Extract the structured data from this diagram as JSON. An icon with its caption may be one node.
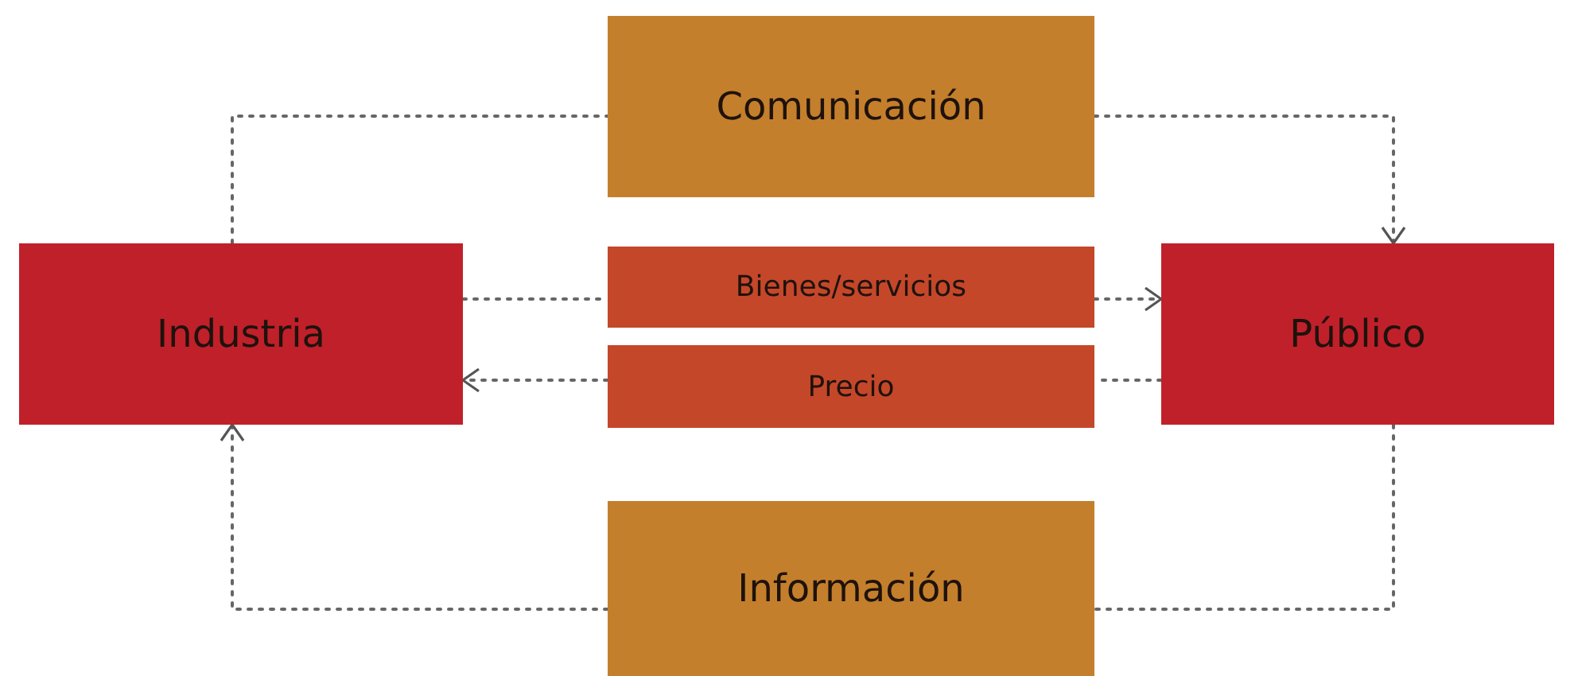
{
  "diagram": {
    "nodes": [
      {
        "text": [
          "Comunicación"
        ]
      },
      {
        "text": [
          "Industria"
        ]
      },
      {
        "text": [
          "Público"
        ]
      },
      {
        "text": [
          "Bienes/servicios"
        ]
      },
      {
        "text": [
          "Precio"
        ]
      },
      {
        "text": [
          "Información"
        ]
      }
    ],
    "edges": [
      {
        "from": 1,
        "to": 0,
        "arrow": "none",
        "style": "dashed"
      },
      {
        "from": 0,
        "to": 2,
        "arrow": "to",
        "style": "dashed"
      },
      {
        "from": 1,
        "to": 3,
        "arrow": "none",
        "style": "dashed"
      },
      {
        "from": 3,
        "to": 2,
        "arrow": "to",
        "style": "dashed"
      },
      {
        "from": 2,
        "to": 4,
        "arrow": "none",
        "style": "dashed"
      },
      {
        "from": 4,
        "to": 1,
        "arrow": "to",
        "style": "dashed"
      },
      {
        "from": 2,
        "to": 5,
        "arrow": "none",
        "style": "dashed"
      },
      {
        "from": 5,
        "to": 1,
        "arrow": "to",
        "style": "dashed"
      }
    ]
  }
}
